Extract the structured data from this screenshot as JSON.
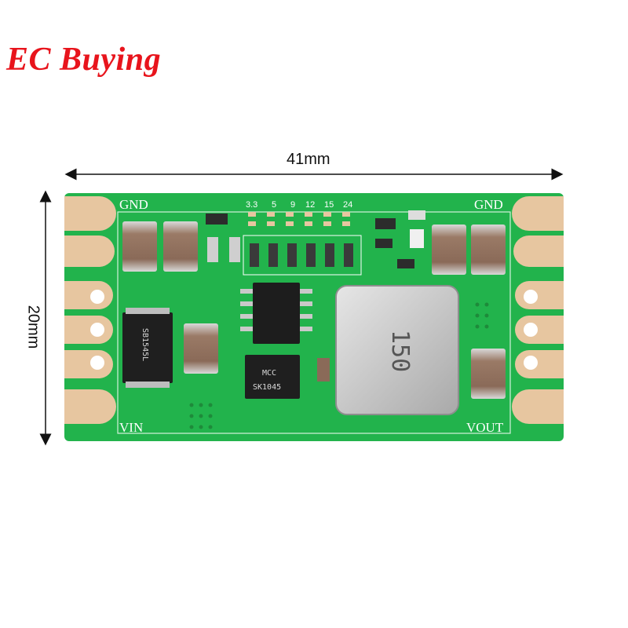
{
  "brand": {
    "name": "EC Buying",
    "color": "#e8141c"
  },
  "dimensions": {
    "width_label": "41mm",
    "height_label": "20mm"
  },
  "board": {
    "color": "#20b24a",
    "gnd_left": "GND",
    "gnd_right": "GND",
    "vin": "VIN",
    "vout": "VOUT",
    "voltage_options": [
      "3.3",
      "5",
      "9",
      "12",
      "15",
      "24"
    ],
    "diode_marking": "SB1545L",
    "schottky_brand": "MCC",
    "schottky_part": "SK1045",
    "inductor_marking": "150"
  }
}
